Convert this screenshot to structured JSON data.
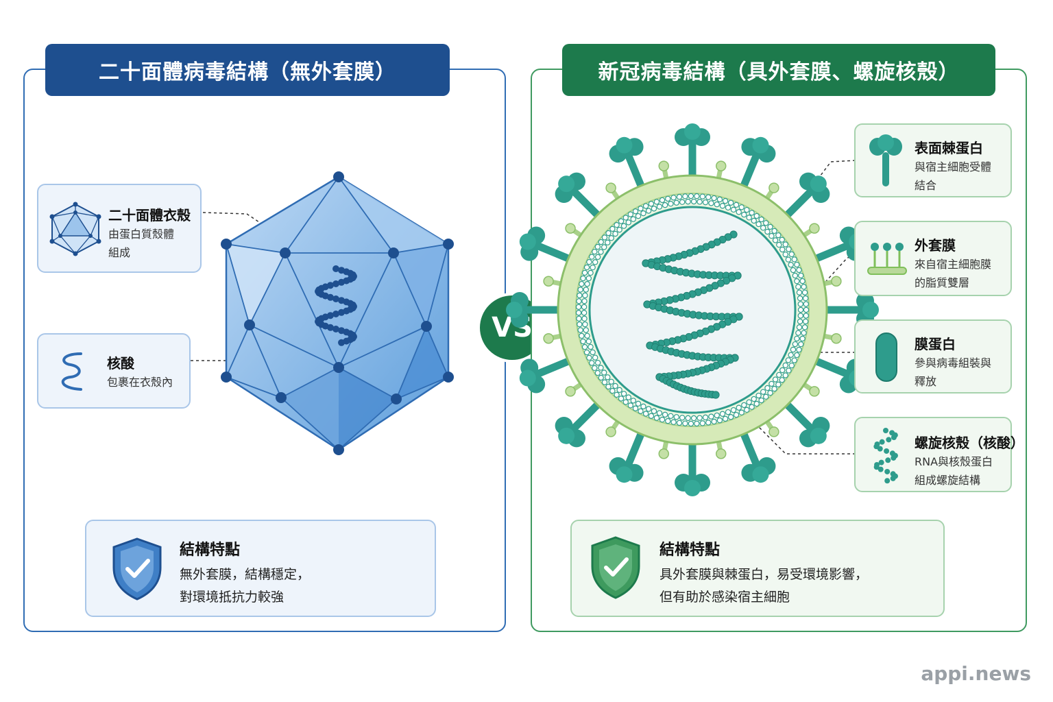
{
  "left": {
    "title": "二十面體病毒結構（無外套膜）",
    "labels": [
      {
        "title": "二十面體衣殼",
        "desc": [
          "由蛋白質殼體",
          "組成"
        ]
      },
      {
        "title": "核酸",
        "desc": [
          "包裹在衣殼內"
        ]
      }
    ],
    "feature": {
      "title": "結構特點",
      "lines": [
        "無外套膜，結構穩定，",
        "對環境抵抗力較強"
      ]
    }
  },
  "right": {
    "title": "新冠病毒結構（具外套膜、螺旋核殼）",
    "labels": [
      {
        "title": "表面棘蛋白",
        "desc": [
          "與宿主細胞受體",
          "結合"
        ]
      },
      {
        "title": "外套膜",
        "desc": [
          "來自宿主細胞膜",
          "的脂質雙層"
        ]
      },
      {
        "title": "膜蛋白",
        "desc": [
          "參與病毒組裝與",
          "釋放"
        ]
      },
      {
        "title": "螺旋核殼（核酸）",
        "desc": [
          "RNA與核殼蛋白",
          "組成螺旋結構"
        ]
      }
    ],
    "feature": {
      "title": "結構特點",
      "lines": [
        "具外套膜與棘蛋白，易受環境影響，",
        "但有助於感染宿主細胞"
      ]
    }
  },
  "vs": "VS",
  "watermark": "appi.news",
  "colors": {
    "left_accent": "#1e4f8f",
    "right_accent": "#1d7a4c",
    "capsid_blue": "#5b9bd8",
    "virus_teal": "#2e9c8c",
    "membrane_green": "#b9d99a"
  },
  "icons": {
    "capsid": "icosahedron-icon",
    "nucleic_acid": "squiggle-icon",
    "spike": "spike-protein-icon",
    "envelope": "lipid-bilayer-icon",
    "membrane_protein": "capsule-icon",
    "nucleocapsid": "helix-icon",
    "feature": "shield-check-icon"
  }
}
